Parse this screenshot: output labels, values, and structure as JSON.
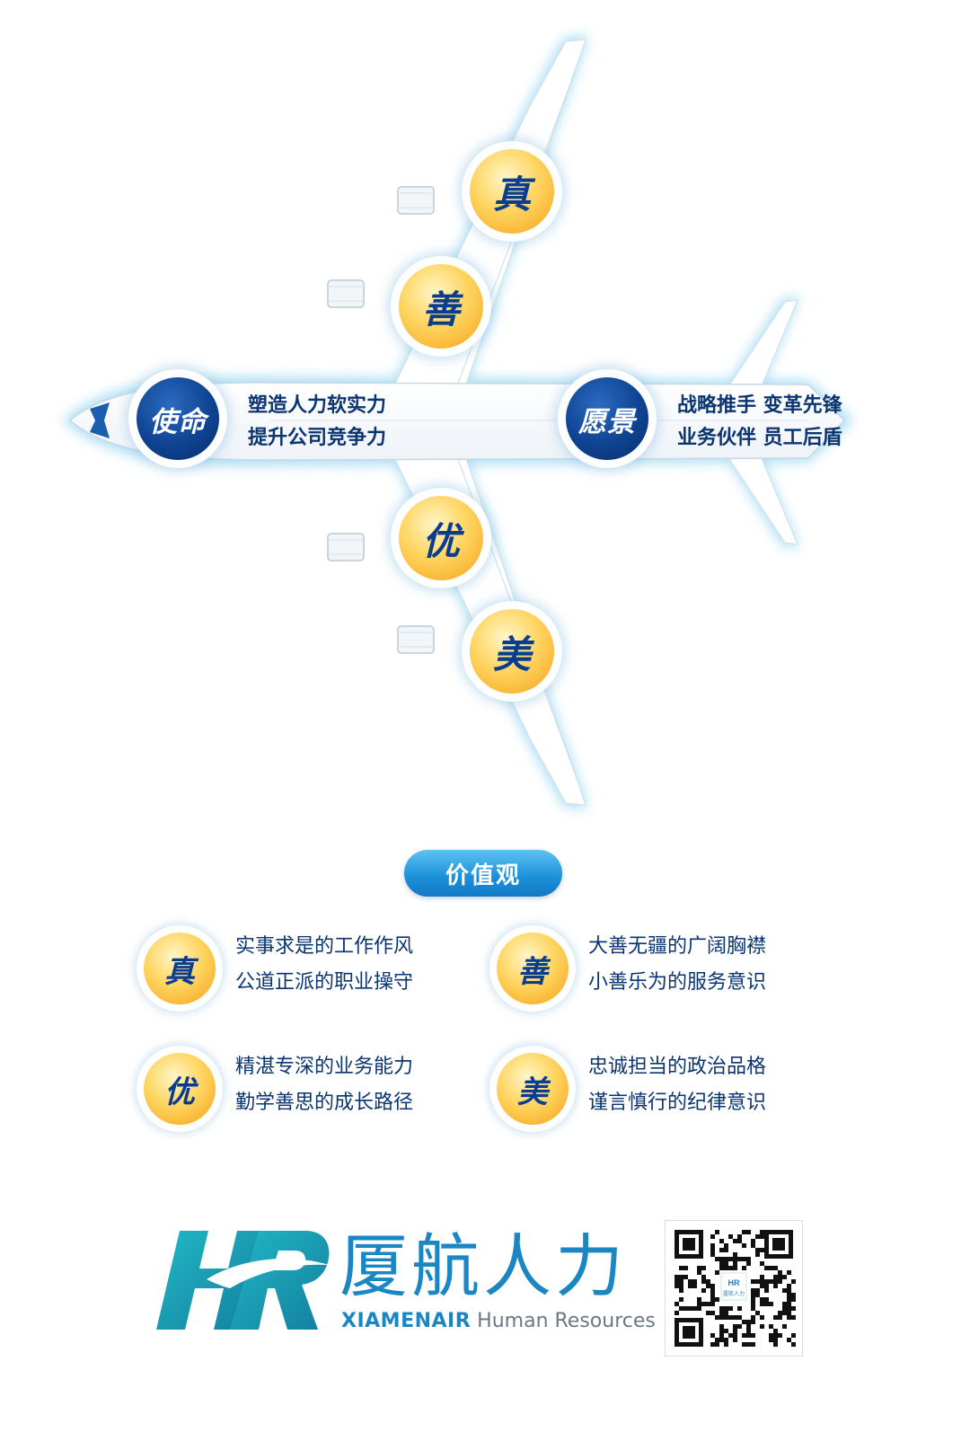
{
  "plane": {
    "mission_badge": "使命",
    "mission_lines": [
      "塑造人力软实力",
      "提升公司竞争力"
    ],
    "vision_badge": "愿景",
    "vision_lines": [
      "战略推手  变革先锋",
      "业务伙伴  员工后盾"
    ],
    "wing_circles": [
      "真",
      "善",
      "优",
      "美"
    ]
  },
  "values": {
    "title": "价值观",
    "items": [
      {
        "char": "真",
        "lines": [
          "实事求是的工作作风",
          "公道正派的职业操守"
        ]
      },
      {
        "char": "善",
        "lines": [
          "大善无疆的广阔胸襟",
          "小善乐为的服务意识"
        ]
      },
      {
        "char": "优",
        "lines": [
          "精湛专深的业务能力",
          "勤学善思的成长路径"
        ]
      },
      {
        "char": "美",
        "lines": [
          "忠诚担当的政治品格",
          "谨言慎行的纪律意识"
        ]
      }
    ]
  },
  "logo": {
    "mark": "HR",
    "chinese": "厦航人力",
    "english_brand": "XIAMENAIR",
    "english_suffix": " Human Resources"
  },
  "qr_code": {
    "center_label": "厦航人力"
  },
  "colors": {
    "navy": "#0b3570",
    "brand_blue": "#1a86c4",
    "teal": "#18a3b5",
    "gold": "#ffd45e"
  }
}
